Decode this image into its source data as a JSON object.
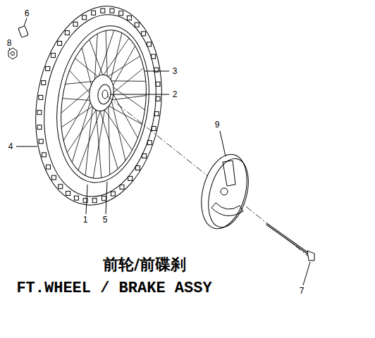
{
  "diagram": {
    "title": "前轮/前碟刹",
    "labels": [
      "6",
      "8",
      "3",
      "2",
      "4",
      "1",
      "5",
      "9",
      "7",
      "FT.WHEEL / BRAKE ASSY"
    ]
  }
}
